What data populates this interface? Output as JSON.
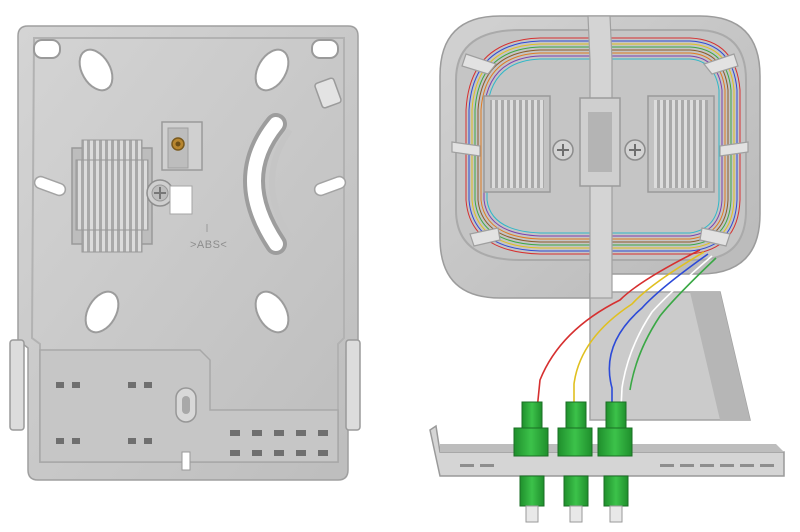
{
  "image": {
    "subject": "fiber-optic-termination-box",
    "views": [
      "base-tray",
      "splice-tray-with-adapters"
    ]
  },
  "labels": {
    "embossed_text": ">ABS<"
  },
  "colors": {
    "plastic": "#c9c9c9",
    "plastic_shadow": "#a7a7a7",
    "plastic_highlight": "#e6e6e6",
    "adapter_green": "#2fae3c",
    "brass": "#b8862f"
  },
  "fiber_colors": [
    "#d63030",
    "#2c4ad8",
    "#e0c020",
    "#3aa845",
    "#8a5a2a",
    "#9a9a9a",
    "#e07a20",
    "#7b3fb0",
    "#222222",
    "#ffffff",
    "#2fb8c8",
    "#e080b0"
  ]
}
